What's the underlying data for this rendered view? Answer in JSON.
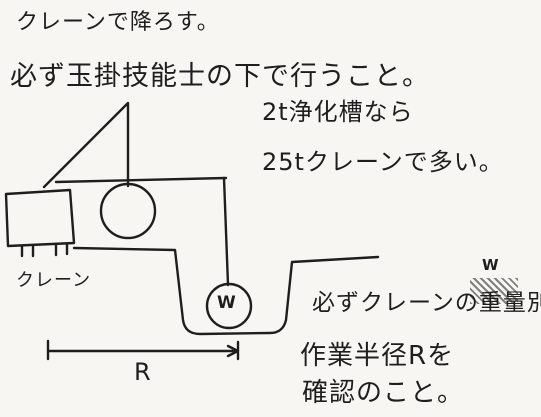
{
  "notes": {
    "title": "クレーンで降ろす。",
    "instruction": "必ず玉掛技能士の下で行うこと。",
    "tank_note": "2t浄化槽なら",
    "crane_size_note": "25tクレーンで多い。",
    "crane_label": "クレーン",
    "check_note_line1": "必ずクレーンの重量別",
    "check_note_line2": "作業半径Rを",
    "check_note_line3": "確認のこと。",
    "radius_label": "R",
    "weight_label": "W",
    "weight_correction": "W"
  },
  "colors": {
    "ink": "#1e1e1e",
    "paper": "#f7f6f2"
  }
}
